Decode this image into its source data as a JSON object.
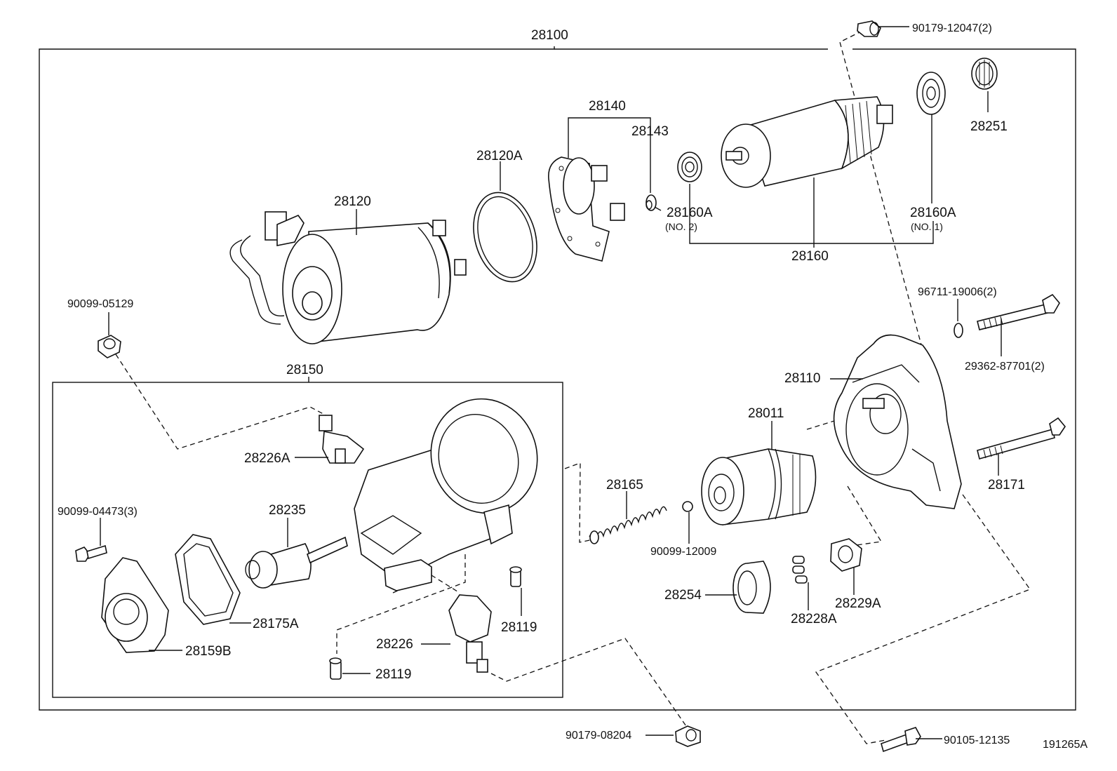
{
  "labels": {
    "p28100": "28100",
    "p28140": "28140",
    "p28143": "28143",
    "p28120A": "28120A",
    "p28120": "28120",
    "p90179_12047": "90179-12047(2)",
    "p28251": "28251",
    "p28160A_no2": "28160A",
    "no2": "(NO. 2)",
    "p28160A_no1": "28160A",
    "no1": "(NO. 1)",
    "p28160": "28160",
    "p90099_05129": "90099-05129",
    "p96711_19006": "96711-19006(2)",
    "p29362_87701": "29362-87701(2)",
    "p28150": "28150",
    "p28110": "28110",
    "p28011": "28011",
    "p28226A": "28226A",
    "p28165": "28165",
    "p28171": "28171",
    "p90099_04473": "90099-04473(3)",
    "p28235": "28235",
    "p90099_12009": "90099-12009",
    "p28175A": "28175A",
    "p28119a": "28119",
    "p28254": "28254",
    "p28229A": "28229A",
    "p28228A": "28228A",
    "p28226": "28226",
    "p28159B": "28159B",
    "p28119b": "28119",
    "p90179_08204": "90179-08204",
    "p90105_12135": "90105-12135",
    "figure_id": "191265A"
  }
}
